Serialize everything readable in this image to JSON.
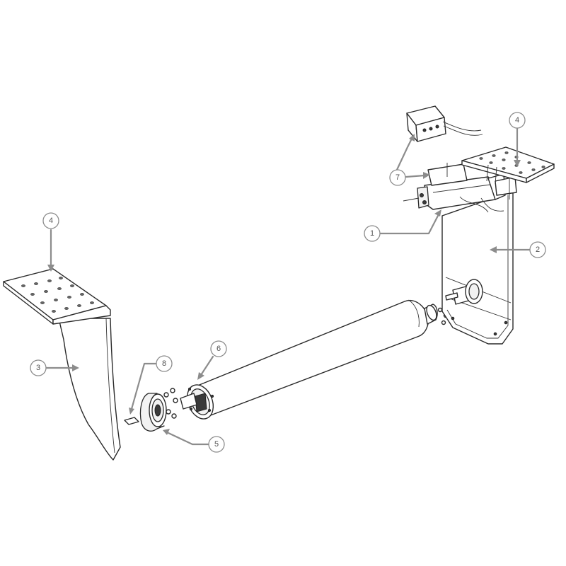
{
  "diagram": {
    "callouts": [
      {
        "id": "c1",
        "label": "1"
      },
      {
        "id": "c2",
        "label": "2"
      },
      {
        "id": "c3",
        "label": "3"
      },
      {
        "id": "c4a",
        "label": "4"
      },
      {
        "id": "c4b",
        "label": "4"
      },
      {
        "id": "c5",
        "label": "5"
      },
      {
        "id": "c6",
        "label": "6"
      },
      {
        "id": "c7",
        "label": "7"
      },
      {
        "id": "c8",
        "label": "8"
      }
    ]
  },
  "colors": {
    "line": "#2a2a2a",
    "leader": "#8c8c8c",
    "background": "#ffffff"
  }
}
